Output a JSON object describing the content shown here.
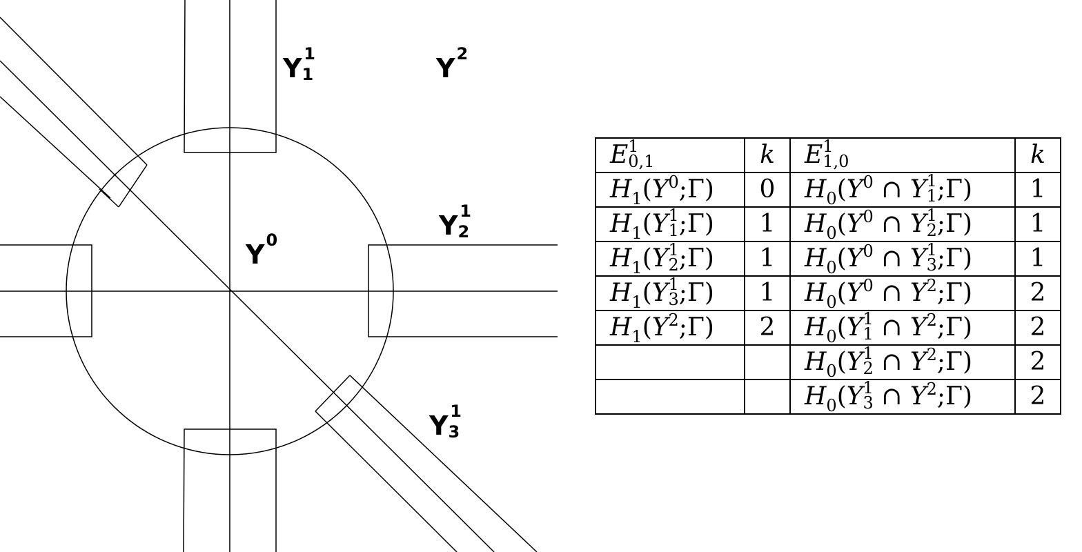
{
  "diagram": {
    "labels": {
      "y0": {
        "base": "Y",
        "sup": "0"
      },
      "y1_1": {
        "base": "Y",
        "sub": "1",
        "sup": "1"
      },
      "y2_1": {
        "base": "Y",
        "sub": "2",
        "sup": "1"
      },
      "y3_1": {
        "base": "Y",
        "sub": "3",
        "sup": "1"
      },
      "y2": {
        "base": "Y",
        "sup": "2"
      }
    }
  },
  "table": {
    "header": {
      "col1": {
        "base": "E",
        "sup": "1",
        "sub": "0,1"
      },
      "col2": "k",
      "col3": {
        "base": "E",
        "sup": "1",
        "sub": "1,0"
      },
      "col4": "k"
    },
    "rows": [
      {
        "left": {
          "H": "H",
          "hs": "1",
          "Y": "Y",
          "ys": "",
          "yp": "0",
          "rest": ";Γ)"
        },
        "k1": "0",
        "right": "H0(Y0 ∩ Y11;Γ)",
        "k2": "1"
      },
      {
        "left": {
          "H": "H",
          "hs": "1",
          "Y": "Y",
          "ys": "1",
          "yp": "1",
          "rest": ";Γ)"
        },
        "k1": "1",
        "right": "H0(Y0 ∩ Y21;Γ)",
        "k2": "1"
      },
      {
        "left": {
          "H": "H",
          "hs": "1",
          "Y": "Y",
          "ys": "2",
          "yp": "1",
          "rest": ";Γ)"
        },
        "k1": "1",
        "right": "H0(Y0 ∩ Y31;Γ)",
        "k2": "1"
      },
      {
        "left": {
          "H": "H",
          "hs": "1",
          "Y": "Y",
          "ys": "3",
          "yp": "1",
          "rest": ";Γ)"
        },
        "k1": "1",
        "right": "H0(Y0 ∩ Y2;Γ)",
        "k2": "2"
      },
      {
        "left": {
          "H": "H",
          "hs": "1",
          "Y": "Y",
          "ys": "",
          "yp": "2",
          "rest": ";Γ)"
        },
        "k1": "2",
        "right": "H0(Y11 ∩ Y2;Γ)",
        "k2": "2"
      },
      {
        "left": null,
        "k1": "",
        "right": "H0(Y21 ∩ Y2;Γ)",
        "k2": "2"
      },
      {
        "left": null,
        "k1": "",
        "right": "H0(Y31 ∩ Y2;Γ)",
        "k2": "2"
      }
    ]
  }
}
